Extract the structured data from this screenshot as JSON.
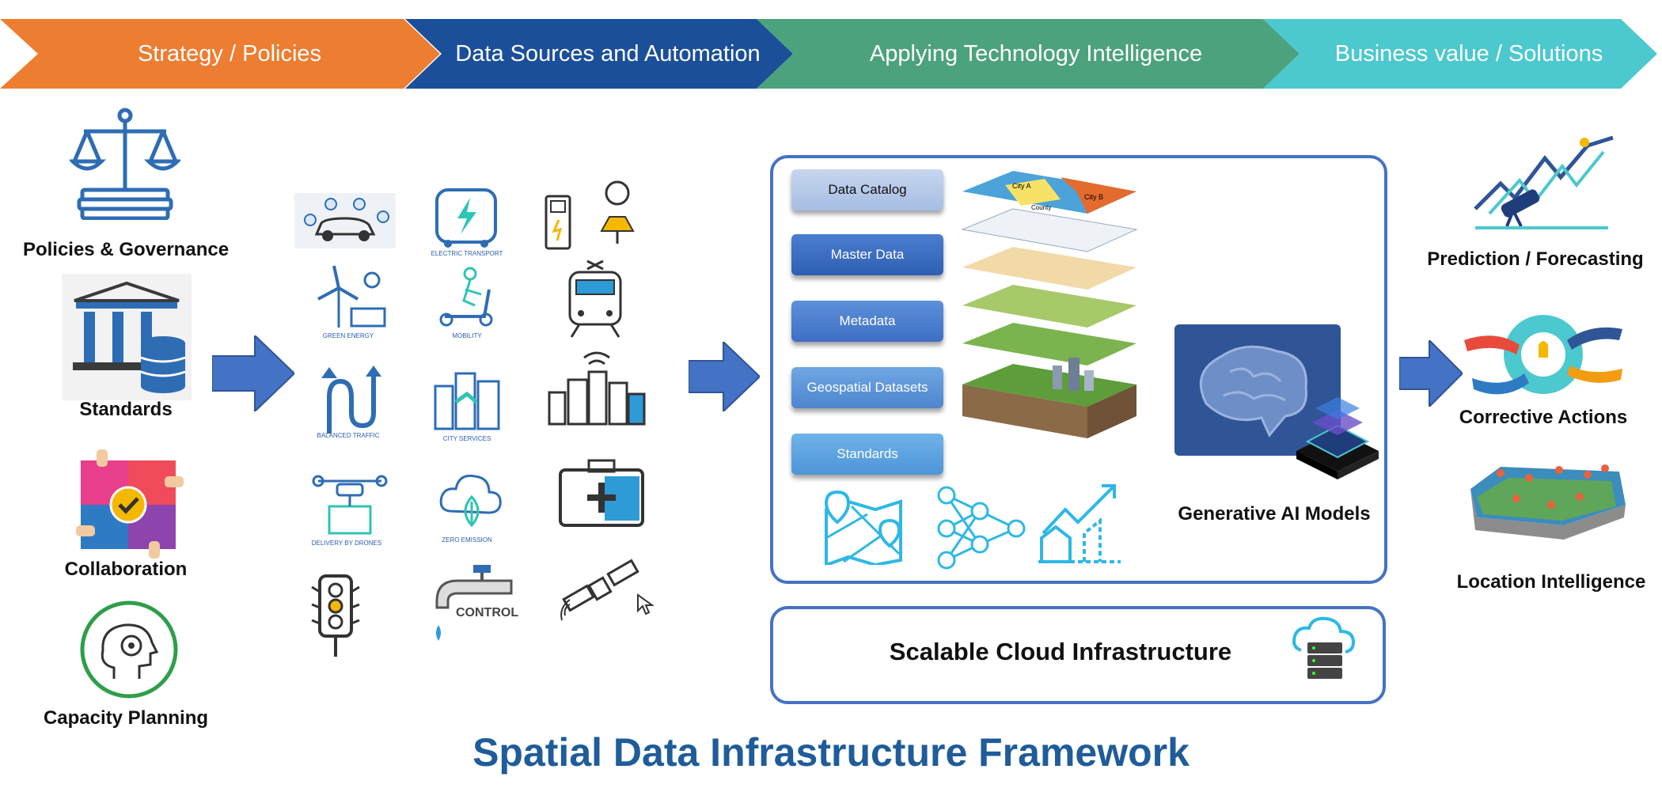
{
  "banner": {
    "stage1": "Strategy / Policies",
    "stage2": "Data Sources and Automation",
    "stage3": "Applying Technology Intelligence",
    "stage4": "Business value / Solutions"
  },
  "colors": {
    "stage1": "#ED7D31",
    "stage2": "#1B4F99",
    "stage3": "#4CA27C",
    "stage4": "#4CC8CF",
    "title": "#1F5C99",
    "panel_border": "#4472C4"
  },
  "strategy": {
    "policies": "Policies & Governance",
    "standards": "Standards",
    "collaboration": "Collaboration",
    "capacity": "Capacity Planning"
  },
  "sources": {
    "electric_transport": "ELECTRIC TRANSPORT",
    "green_energy": "GREEN ENERGY",
    "mobility": "MOBILITY",
    "balanced_traffic": "BALANCED TRAFFIC",
    "city_services": "CITY SERVICES",
    "delivery_drones": "DELIVERY BY DRONES",
    "zero_emission": "ZERO EMISSION",
    "control": "CONTROL"
  },
  "technology": {
    "buttons": [
      "Data Catalog",
      "Master Data",
      "Metadata",
      "Geospatial Datasets",
      "Standards"
    ],
    "map_labels": {
      "city_a": "City A",
      "city_b": "City B",
      "county": "County"
    },
    "gen_ai": "Generative AI Models",
    "cloud": "Scalable Cloud Infrastructure"
  },
  "solutions": {
    "prediction": "Prediction / Forecasting",
    "corrective": "Corrective Actions",
    "location": "Location Intelligence"
  },
  "footer": {
    "title": "Spatial Data Infrastructure Framework"
  }
}
